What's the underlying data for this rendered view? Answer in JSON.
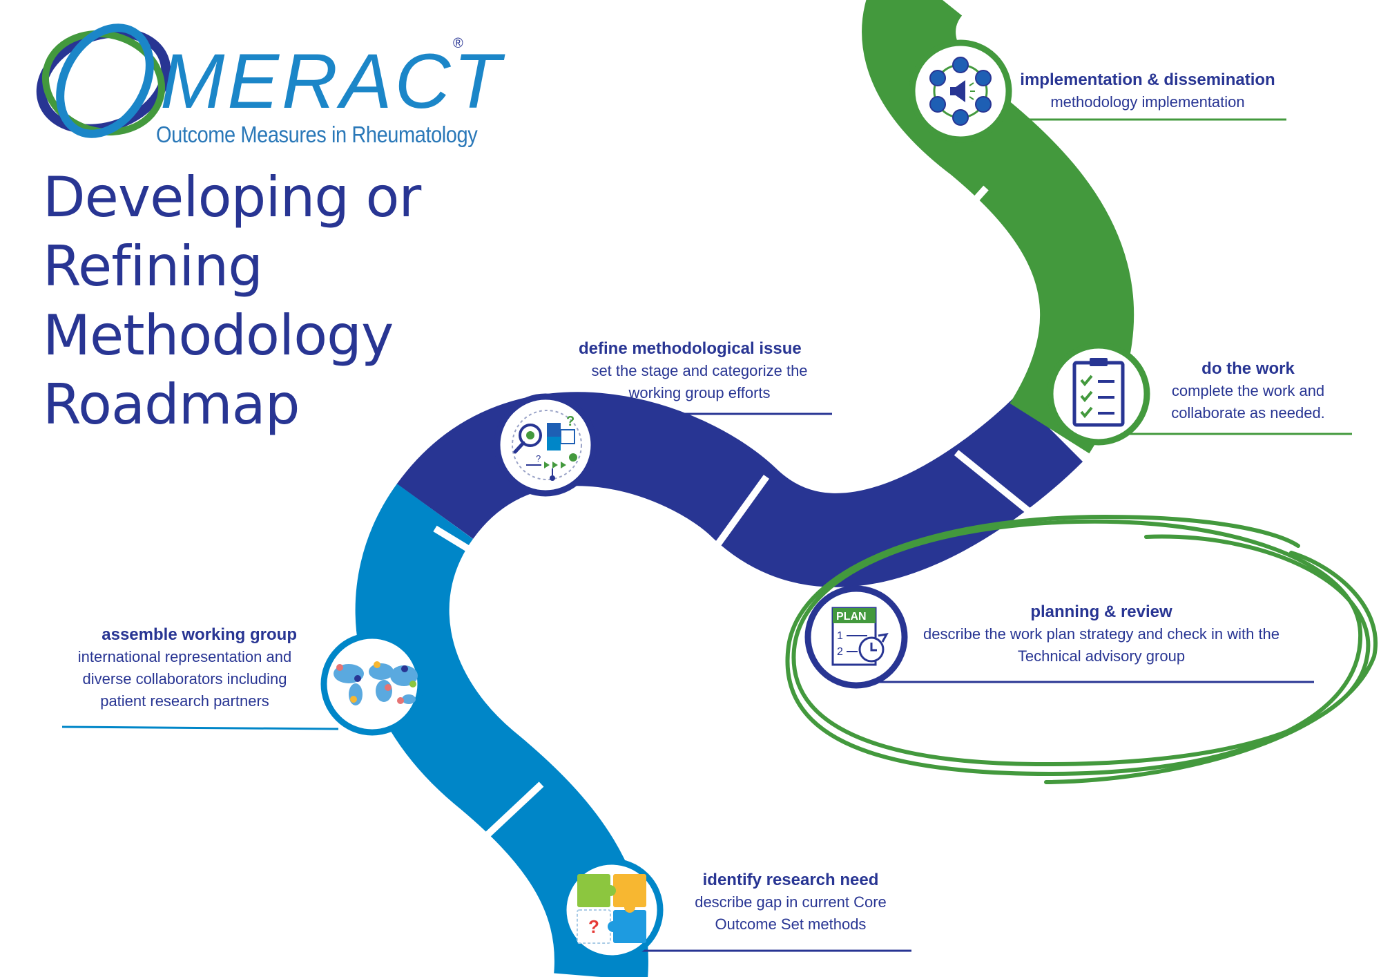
{
  "logo": {
    "wordmark": "MERACT",
    "registered": "®",
    "subtitle": "Outcome Measures in Rheumatology"
  },
  "title_lines": [
    "Developing or",
    "Refining",
    "Methodology",
    "Roadmap"
  ],
  "steps": [
    {
      "title": "identify research need",
      "description": "describe gap in current Core Outcome Set methods",
      "icon": "puzzle-question-icon"
    },
    {
      "title": "assemble working group",
      "description": "international representation and diverse collaborators including patient research partners",
      "icon": "world-map-people-icon"
    },
    {
      "title": "define methodological issue",
      "description": "set the stage and categorize the working group efforts",
      "icon": "magnifier-puzzle-flow-icon"
    },
    {
      "title": "planning & review",
      "description": "describe the work plan strategy and check in with the Technical advisory group",
      "icon": "plan-clock-icon"
    },
    {
      "title": "do the work",
      "description": "complete the work and collaborate as needed.",
      "icon": "checklist-clipboard-icon"
    },
    {
      "title": "implementation & dissemination",
      "description": "methodology implementation",
      "icon": "megaphone-network-icon"
    }
  ],
  "colors": {
    "navy": "#283593",
    "light_blue": "#0086c8",
    "green": "#43993d",
    "white": "#ffffff"
  }
}
